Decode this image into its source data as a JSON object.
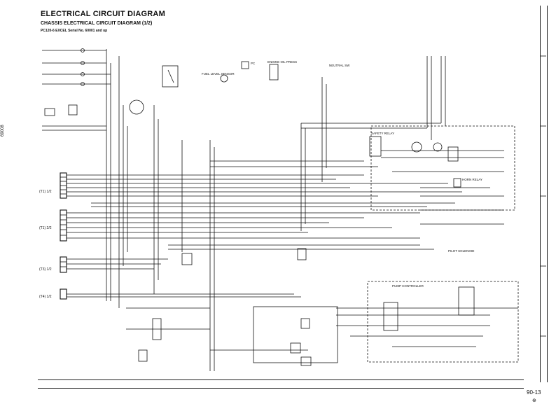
{
  "header": {
    "title": "ELECTRICAL CIRCUIT DIAGRAM",
    "subtitle": "CHASSIS ELECTRICAL CIRCUIT DIAGRAM (1/2)",
    "serial_note": "PC120-6 EXCEL Serial No. 60001 and up"
  },
  "side_code": "69008",
  "footer": {
    "page_number": "90-13",
    "page_mark": "⊕"
  },
  "connector_groups": [
    {
      "label": "(T1) 1/2"
    },
    {
      "label": "(T1) 2/2"
    },
    {
      "label": "(T3) 1/2"
    },
    {
      "label": "(T4) 1/2"
    }
  ],
  "components": [
    {
      "label": "FUEL LEVEL SENSOR"
    },
    {
      "label": "PC"
    },
    {
      "label": "ENGINE OIL PRESS"
    },
    {
      "label": "NEUTRAL SW"
    },
    {
      "label": "SAFETY RELAY"
    },
    {
      "label": "HORN RELAY"
    },
    {
      "label": "PUMP CONTROLLER"
    },
    {
      "label": "PILOT SOLENOID"
    }
  ]
}
